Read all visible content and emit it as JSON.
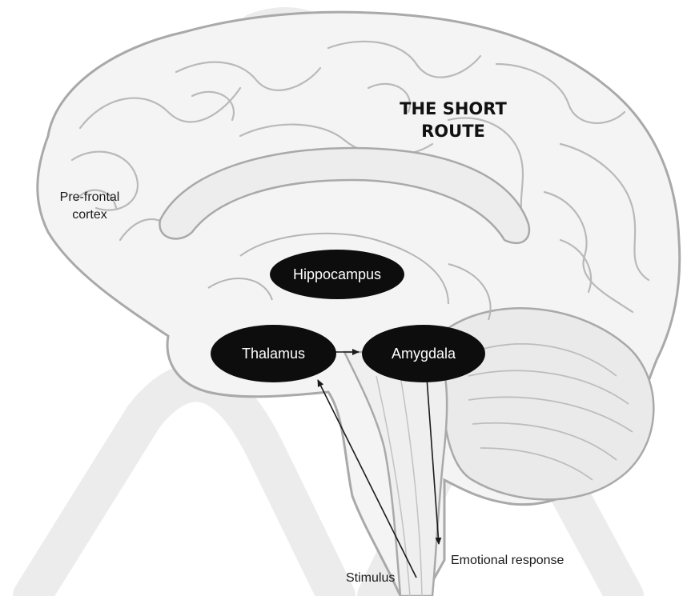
{
  "diagram": {
    "title_line1": "THE SHORT",
    "title_line2": "ROUTE",
    "labels": {
      "prefrontal_line1": "Pre-frontal",
      "prefrontal_line2": "cortex",
      "stimulus": "Stimulus",
      "emotional_response": "Emotional response"
    },
    "nodes": {
      "hippocampus": "Hippocampus",
      "thalamus": "Thalamus",
      "amygdala": "Amygdala"
    },
    "colors": {
      "node_fill": "#0d0d0d",
      "brain_line": "#b9b9b9",
      "background_shape": "#e6e6e6",
      "arrow": "#1a1a1a"
    }
  }
}
